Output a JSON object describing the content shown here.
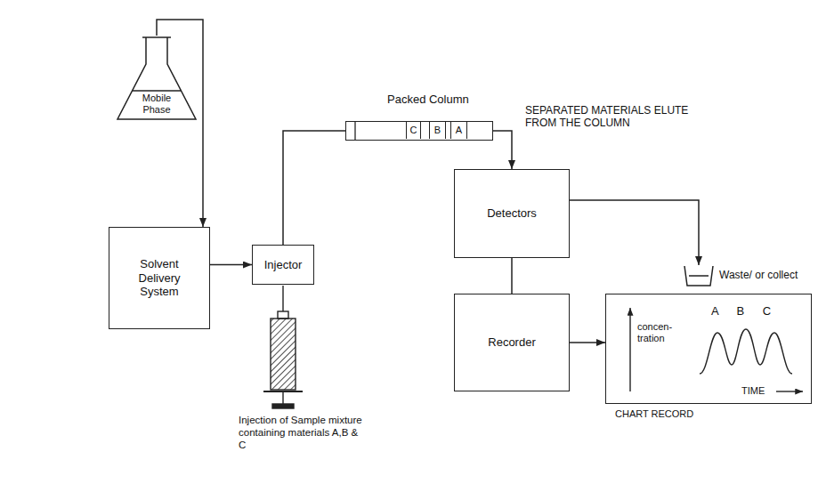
{
  "diagram": {
    "nodes": [
      {
        "text": [
          "Mobile Phase"
        ]
      },
      {
        "text": [
          "Solvent Delivery System"
        ]
      },
      {
        "text": [
          "Injector"
        ]
      },
      {
        "text": [
          "Packed Column"
        ]
      },
      {
        "text": [
          "C"
        ],
        "in": 3
      },
      {
        "text": [
          "B"
        ],
        "in": 3
      },
      {
        "text": [
          "A"
        ],
        "in": 3
      },
      {
        "text": [
          "Detectors"
        ]
      },
      {
        "text": [
          "Waste/ or collect"
        ]
      },
      {
        "text": [
          "Recorder"
        ]
      },
      {
        "text": [
          "A B C",
          "concen- tration",
          "TIME",
          "CHART RECORD"
        ]
      }
    ],
    "edges": [
      {
        "from": 0,
        "to": 1,
        "arrow": "to"
      },
      {
        "from": 1,
        "to": 2,
        "arrow": "to"
      },
      {
        "from": 2,
        "to": 3,
        "arrow": "none"
      },
      {
        "from": 3,
        "to": 7,
        "arrow": "to"
      },
      {
        "from": 7,
        "to": 8,
        "arrow": "to"
      },
      {
        "from": 7,
        "to": 9,
        "arrow": "none"
      },
      {
        "from": 9,
        "to": 10,
        "arrow": "to"
      }
    ],
    "labels": [
      "SEPARATED MATERIALS ELUTE FROM THE COLUMN",
      "Injection of Sample mixture containing materials A,B & C"
    ]
  }
}
